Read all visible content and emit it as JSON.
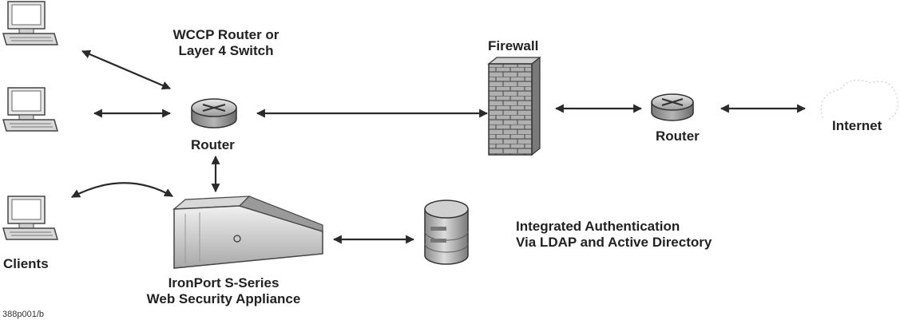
{
  "labels": {
    "wccp_line1": "WCCP Router or",
    "wccp_line2": "Layer 4 Switch",
    "firewall": "Firewall",
    "internet": "Internet",
    "router_main": "Router",
    "router_edge": "Router",
    "clients": "Clients",
    "appliance_line1": "IronPort S-Series",
    "appliance_line2": "Web Security Appliance",
    "auth_line1": "Integrated Authentication",
    "auth_line2": "Via LDAP and Active Directory",
    "figure_id": "388p001/b"
  },
  "icons": [
    "computer-icon",
    "router-icon",
    "firewall-icon",
    "appliance-icon",
    "database-icon",
    "cloud-icon"
  ]
}
